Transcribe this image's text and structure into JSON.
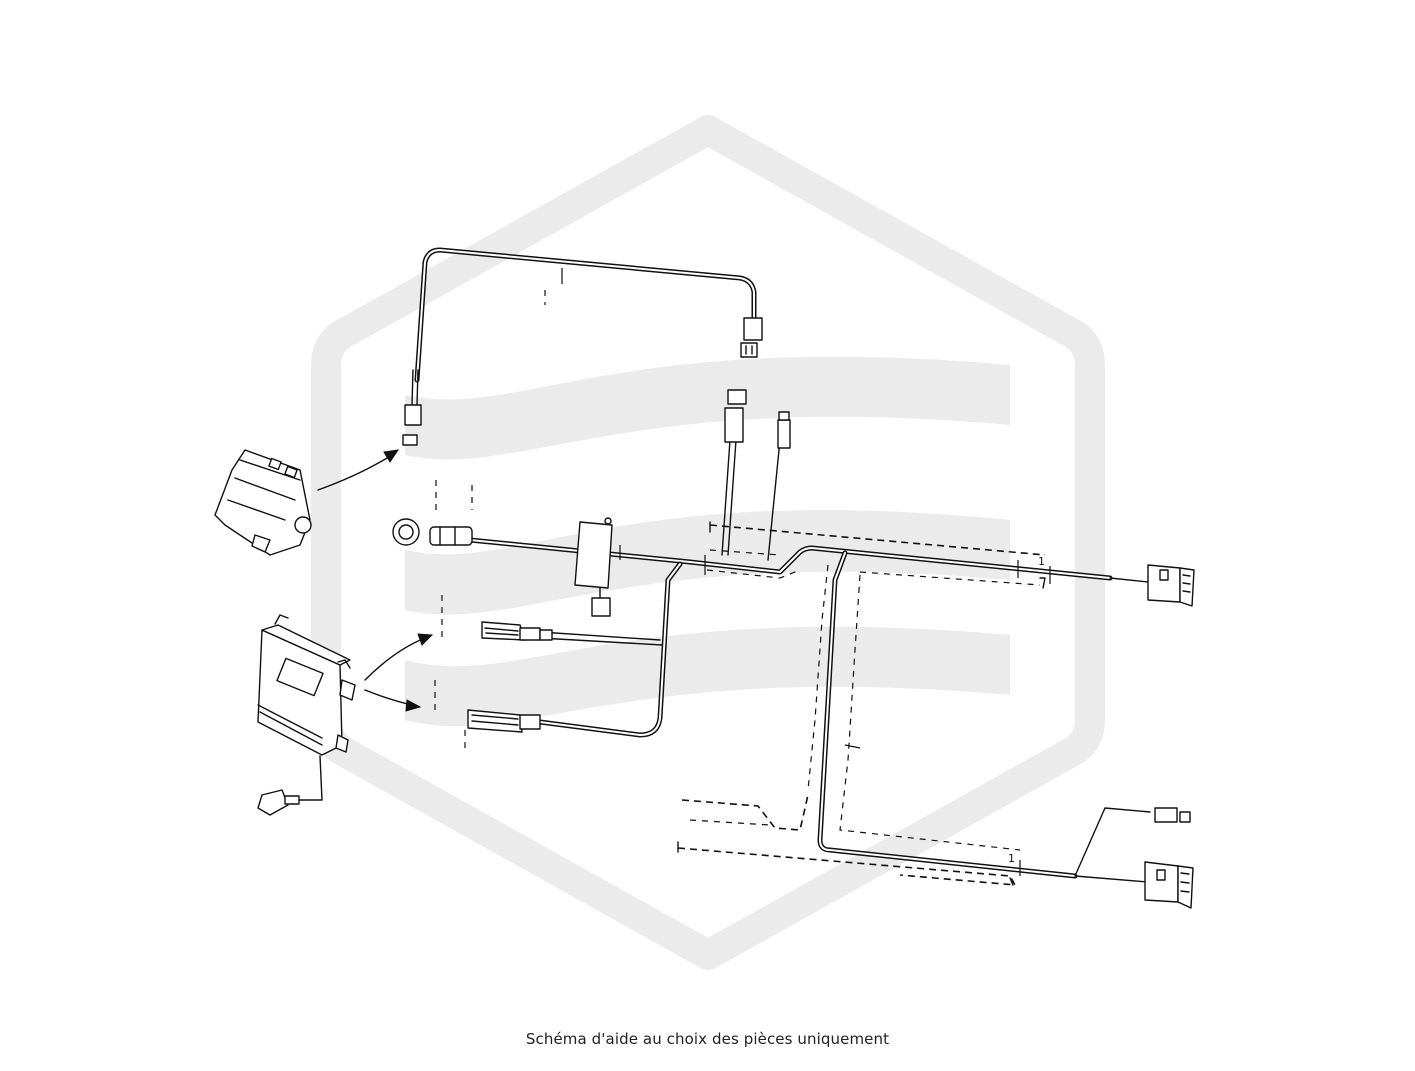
{
  "caption": "Schéma d'aide au choix des pièces uniquement",
  "labels": {
    "harness_marker_top": "1",
    "harness_marker_bottom": "1"
  },
  "colors": {
    "watermark": "#ebebeb",
    "line": "#111111",
    "background": "#ffffff"
  },
  "icons": {
    "watermark": "brand-logo-watermark",
    "arrows": "pointer-arrow"
  }
}
